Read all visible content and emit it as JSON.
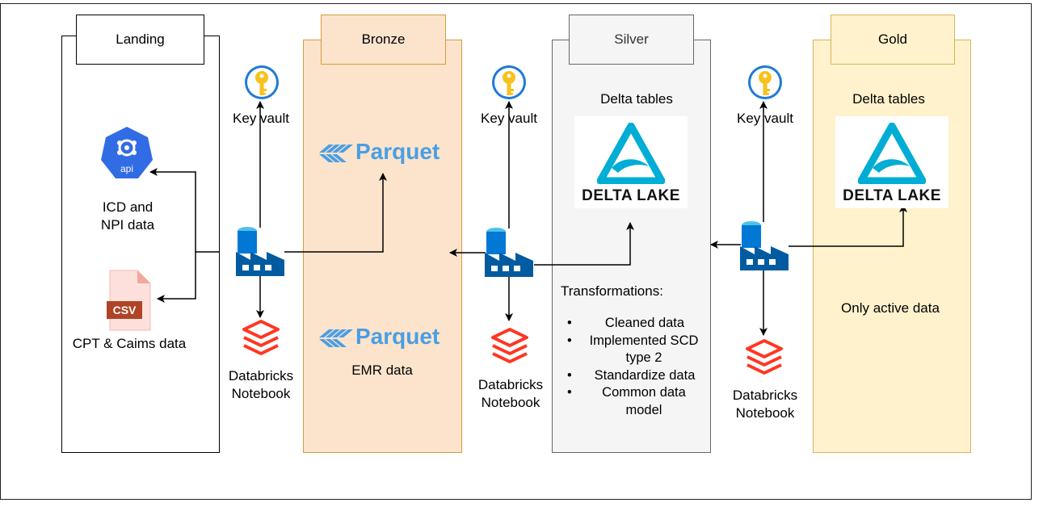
{
  "lanes": {
    "landing": {
      "title": "Landing"
    },
    "bronze": {
      "title": "Bronze",
      "parquet_text": "Parquet",
      "emr_label": "EMR data"
    },
    "silver": {
      "title": "Silver",
      "delta_tables": "Delta tables",
      "delta_lake_text": "DELTA LAKE",
      "transformations_title": "Transformations:",
      "transformations": [
        "Cleaned data",
        "Implemented SCD type 2",
        "Standardize data",
        "Common data model"
      ]
    },
    "gold": {
      "title": "Gold",
      "delta_tables": "Delta tables",
      "delta_lake_text": "DELTA LAKE",
      "note": "Only active data"
    }
  },
  "sources": {
    "api_icon_text": "api",
    "icd_label_line1": "ICD and",
    "icd_label_line2": "NPI data",
    "csv_icon_text": "CSV",
    "cpt_label": "CPT & Caims data"
  },
  "key_vault": {
    "label": "Key vault"
  },
  "notebook": {
    "line1": "Databricks",
    "line2": "Notebook"
  },
  "colors": {
    "bronze_fill": "#fce4cc",
    "bronze_border": "#d79b3e",
    "silver_fill": "#f5f5f5",
    "silver_border": "#666666",
    "gold_fill": "#fff2cc",
    "gold_border": "#d6b656",
    "azure_blue": "#0078d4",
    "databricks_red": "#ff3621",
    "parquet_blue": "#4a9ee4",
    "delta_teal": "#00add4",
    "key_gold": "#f8c21c"
  }
}
